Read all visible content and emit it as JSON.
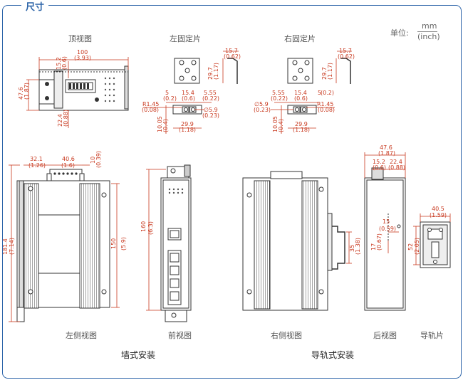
{
  "section_title": "尺寸",
  "unit": {
    "label": "单位:",
    "top": "mm",
    "bottom": "(inch)"
  },
  "views": {
    "top": "顶视图",
    "left_bracket": "左固定片",
    "right_bracket": "右固定片",
    "left_side": "左侧视图",
    "front": "前视图",
    "right_side": "右侧视图",
    "rear": "后视图",
    "din_rail": "导轨片"
  },
  "captions": {
    "wall": "墙式安装",
    "din": "导轨式安装"
  },
  "dims": {
    "top_w": [
      "100",
      "(3.93)"
    ],
    "top_15_2": [
      "15.2",
      "(0.6)"
    ],
    "top_47_6": [
      "47.6",
      "(1.87)"
    ],
    "top_22_4": [
      "22.4",
      "(0.88)"
    ],
    "lb_15_7": [
      "15.7",
      "(0.62)"
    ],
    "lb_29_7": [
      "29.7",
      "(1.17)"
    ],
    "lb_5": [
      "5",
      "(0.2)"
    ],
    "lb_15_4": [
      "15.4",
      "(0.6)"
    ],
    "lb_5_55": [
      "5.55",
      "(0.22)"
    ],
    "lb_r1_45": [
      "R1.45",
      "(0.08)"
    ],
    "lb_d5_9": [
      "∅5.9",
      "(0.23)"
    ],
    "lb_10_05": [
      "10.05",
      "(0.4)"
    ],
    "lb_29_9": [
      "29.9",
      "(1.18)"
    ],
    "rb_15_7": [
      "15.7",
      "(0.62)"
    ],
    "rb_29_7": [
      "29.7",
      "(1.17)"
    ],
    "rb_5_55": [
      "5.55",
      "(0.22)"
    ],
    "rb_15_4": [
      "15.4",
      "(0.6)"
    ],
    "rb_5": [
      "5",
      "(0.2)"
    ],
    "rb_d5_9": [
      "∅5.9",
      "(0.23)"
    ],
    "rb_r1_45": [
      "R1.45",
      "(0.08)"
    ],
    "rb_10_05": [
      "10.05",
      "(0.4)"
    ],
    "rb_29_9": [
      "29.9",
      "(1.18)"
    ],
    "ls_32_1": [
      "32.1",
      "(1.26)"
    ],
    "ls_40_6": [
      "40.6",
      "(1.6)"
    ],
    "ls_10": [
      "10",
      "(0.39)"
    ],
    "ls_181_4": [
      "181.4",
      "(7.14)"
    ],
    "ls_150": [
      "150",
      "(5.9)"
    ],
    "fr_160": [
      "160",
      "(6.3)"
    ],
    "rs_35": [
      "35",
      "(1.38)"
    ],
    "rv_47_6": [
      "47.6",
      "(1.87)"
    ],
    "rv_15_2": [
      "15.2",
      "(0.6)"
    ],
    "rv_22_4": [
      "22.4",
      "(0.88)"
    ],
    "rv_15": [
      "15",
      "(0.59)"
    ],
    "rv_17": [
      "17",
      "(0.67)"
    ],
    "dr_40_5": [
      "40.5",
      "(1.59)"
    ],
    "dr_52": [
      "52",
      "(2.05)"
    ]
  }
}
